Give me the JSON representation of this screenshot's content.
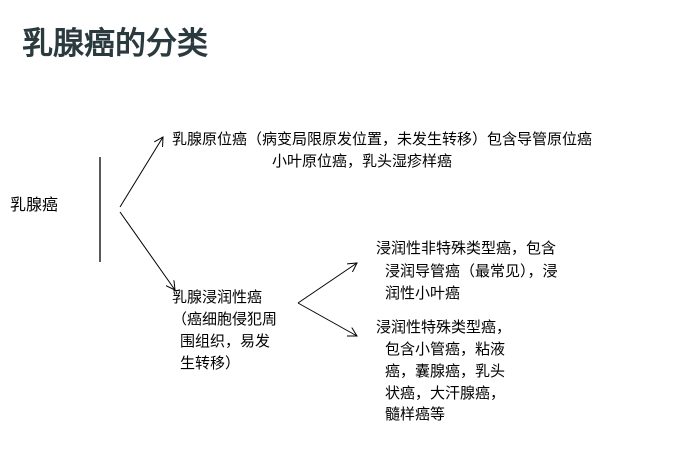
{
  "title": "乳腺癌的分类",
  "root": "乳腺癌",
  "in_situ": {
    "lines": [
      "乳腺原位癌（病变局限原发位置，未发生转移）包含导管原位癌",
      "小叶原位癌，乳头湿疹样癌"
    ]
  },
  "invasive": {
    "lines": [
      "乳腺浸润性癌",
      "（癌细胞侵犯周",
      "围组织，易发",
      "生转移）"
    ]
  },
  "non_special": {
    "lines": [
      "浸润性非特殊类型癌，包含",
      "浸润导管癌（最常见），浸",
      "润性小叶癌"
    ]
  },
  "special": {
    "lines": [
      "浸润性特殊类型癌，",
      "包含小管癌，粘液",
      "癌，囊腺癌，乳头",
      "状癌，大汗腺癌，",
      "髓样癌等"
    ]
  }
}
